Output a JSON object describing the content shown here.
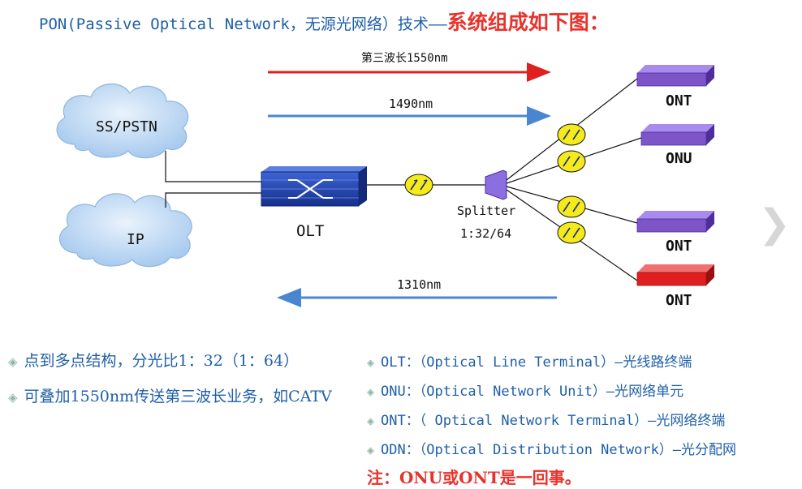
{
  "header": {
    "title_prefix": "PON(Passive Optical Network，无源光网络）技术——",
    "title_accent": "系统组成如下图："
  },
  "diagram": {
    "cloud_top_label": "SS/PSTN",
    "cloud_bottom_label": "IP",
    "olt_label": "OLT",
    "splitter_label": "Splitter",
    "splitter_ratio": "1:32/64",
    "arrow_1550_label": "第三波长1550nm",
    "arrow_1490_label": "1490nm",
    "arrow_1310_label": "1310nm",
    "terminals": [
      {
        "label": "ONT",
        "color": "#7d55c7"
      },
      {
        "label": "ONU",
        "color": "#7d55c7"
      },
      {
        "label": "ONT",
        "color": "#7d55c7"
      },
      {
        "label": "ONT",
        "color": "#e02020"
      }
    ],
    "colors": {
      "arrow_1550": "#e02020",
      "arrow_blue": "#4a86d0",
      "cloud": "#cfe3f7",
      "olt": "#1f3fa8",
      "splitter": "#8b6ee0",
      "connector": "#f5ea1a"
    }
  },
  "left_bullets": [
    "点到多点结构，分光比1：32（1：64）",
    "可叠加1550nm传送第三波长业务，如CATV"
  ],
  "right_bullets": [
    "OLT：（Optical Line Terminal）—光线路终端",
    "ONU：（Optical Network Unit）—光网络单元",
    "ONT：（ Optical Network Terminal）—光网络终端",
    "ODN：（Optical Distribution Network）—光分配网"
  ],
  "note": "注：ONU或ONT是一回事。",
  "icons": {
    "bullet": "diamond-icon",
    "nav": "chevron-right-icon"
  }
}
